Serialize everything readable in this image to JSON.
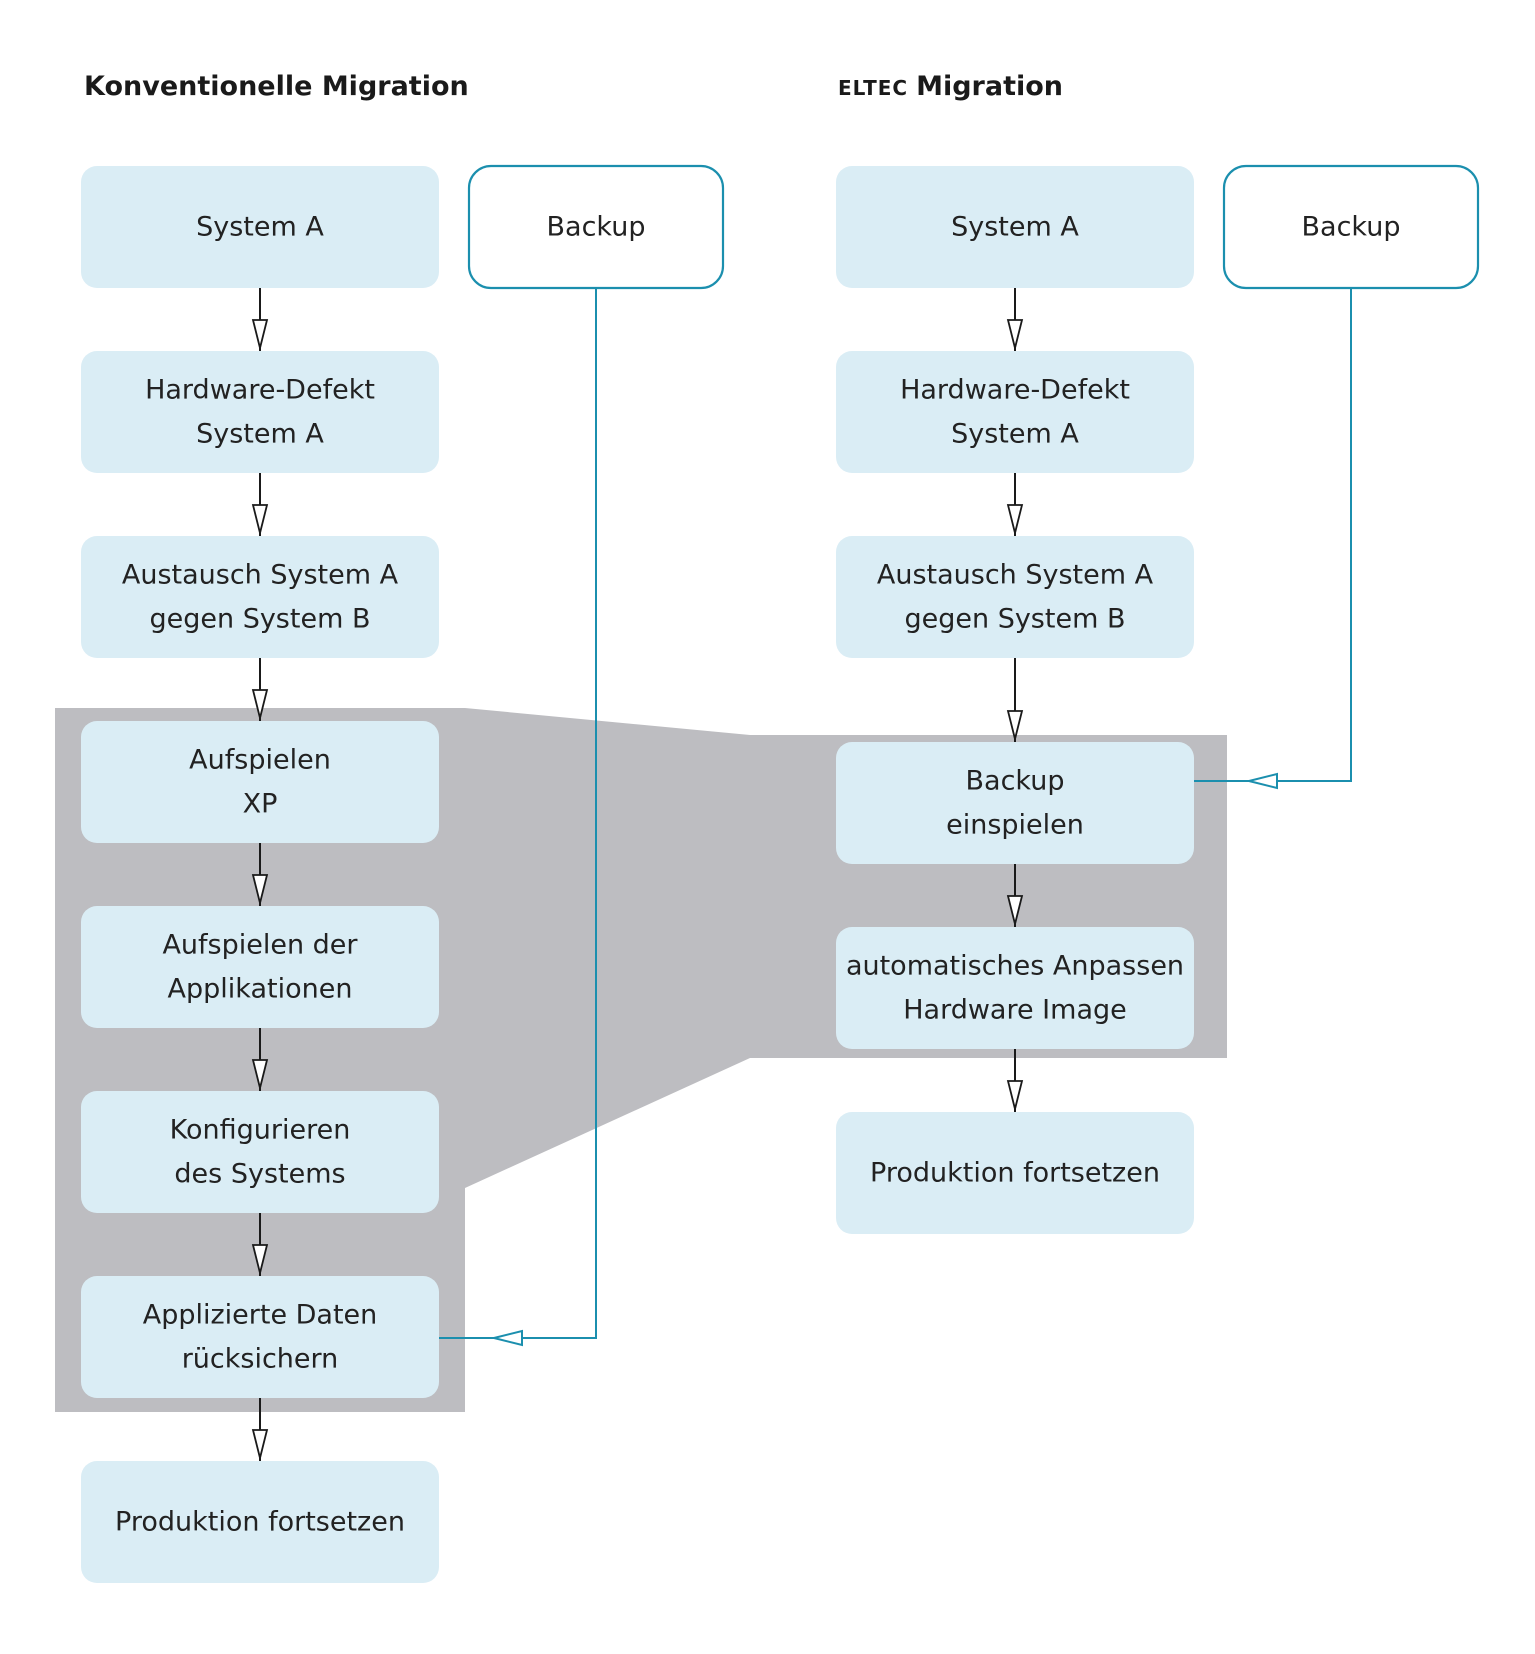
{
  "colors": {
    "box_fill": "#daedf5",
    "backup_stroke": "#1b8fae",
    "highlight": "#bdbdc1",
    "text": "#222222"
  },
  "left": {
    "title": "Konventionelle Migration",
    "backup": [
      "Backup"
    ],
    "steps": [
      [
        "System A"
      ],
      [
        "Hardware-Defekt",
        "System A"
      ],
      [
        "Austausch System A",
        "gegen System B"
      ],
      [
        "Aufspielen",
        "XP"
      ],
      [
        "Aufspielen der",
        "Applikationen"
      ],
      [
        "Konfigurieren",
        "des Systems"
      ],
      [
        "Applizierte Daten",
        "rücksichern"
      ],
      [
        "Produktion fortsetzen"
      ]
    ]
  },
  "right": {
    "title_brand": "ELTEC",
    "title_rest": "Migration",
    "backup": [
      "Backup"
    ],
    "steps": [
      [
        "System A"
      ],
      [
        "Hardware-Defekt",
        "System A"
      ],
      [
        "Austausch System A",
        "gegen System B"
      ],
      [
        "Backup",
        "einspielen"
      ],
      [
        "automatisches Anpassen",
        "Hardware Image"
      ],
      [
        "Produktion fortsetzen"
      ]
    ]
  }
}
